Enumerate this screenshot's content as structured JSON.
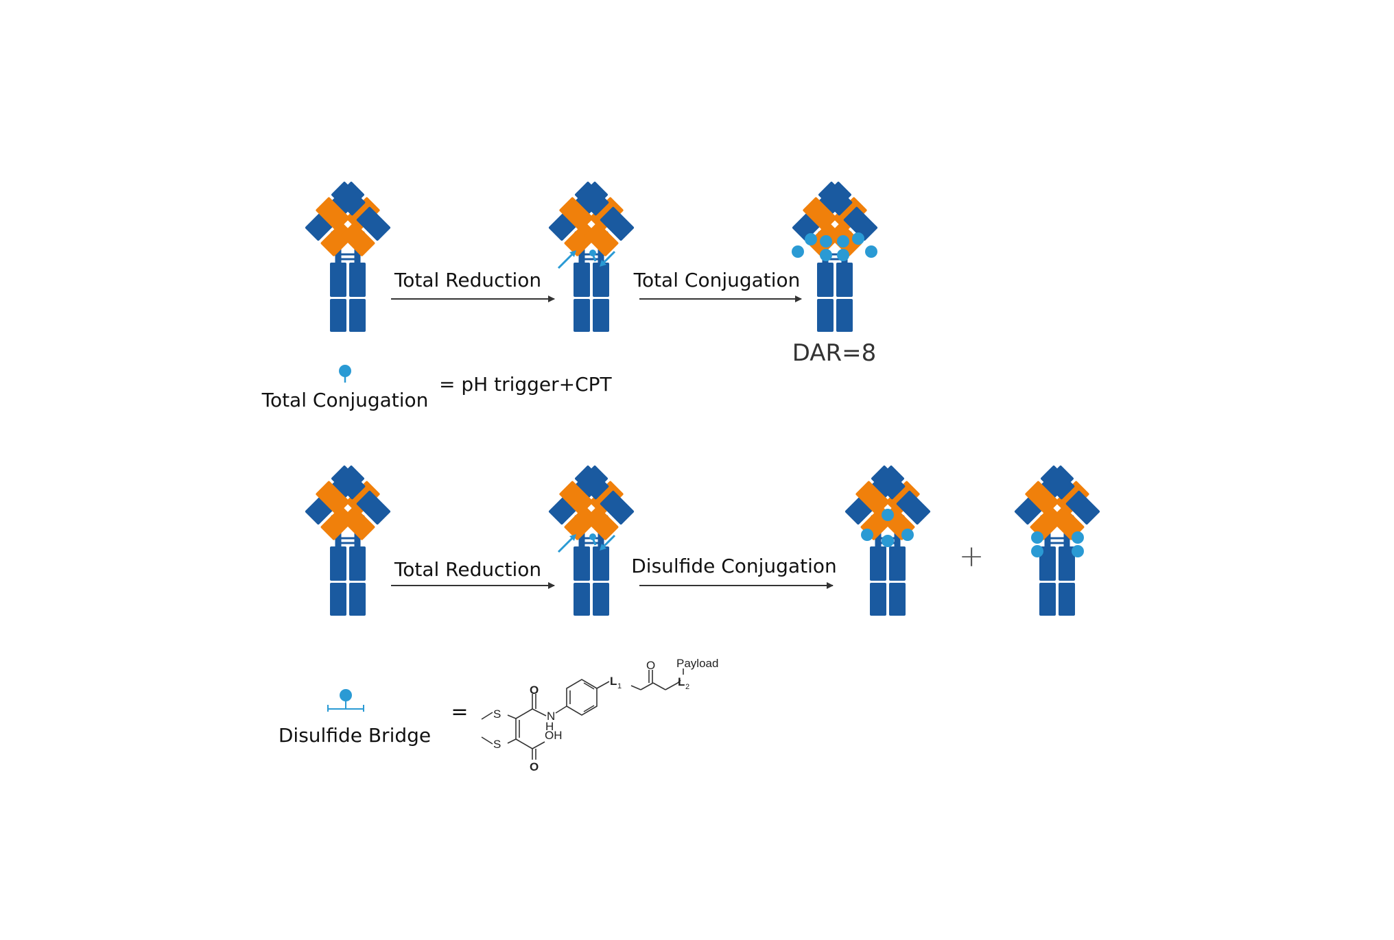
{
  "colors": {
    "heavy_chain": "#1a5aa0",
    "light_chain": "#f0800b",
    "payload_dot": "#2a9ad4",
    "arrow": "#333333",
    "text": "#111111"
  },
  "row1": {
    "step1_label": "Total Reduction",
    "step2_label": "Total Conjugation",
    "result_label": "DAR=8"
  },
  "legend1": {
    "label": "Total Conjugation",
    "equals": "= pH trigger+CPT"
  },
  "row2": {
    "step1_label": "Total Reduction",
    "step2_label": "Disulfide Conjugation",
    "plus_sign": "+"
  },
  "legend2": {
    "label": "Disulfide Bridge",
    "equals": "="
  },
  "structure": {
    "payload": "Payload",
    "L1": "L",
    "L1_sub": "1",
    "L2": "L",
    "L2_sub": "2",
    "S_top": "S",
    "S_bottom": "S",
    "N": "N",
    "H": "H",
    "OH": "OH",
    "O_amide": "O",
    "O_acid": "O",
    "O_ketone": "O"
  }
}
